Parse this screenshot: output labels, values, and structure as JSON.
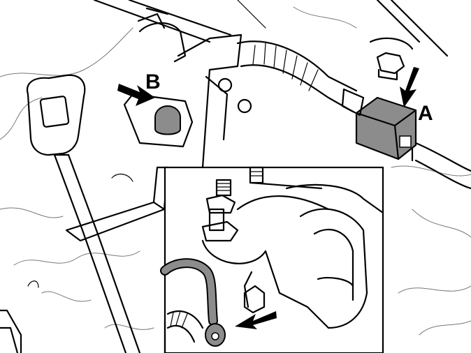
{
  "callouts": [
    {
      "id": "A",
      "label": "A"
    },
    {
      "id": "B",
      "label": "B"
    }
  ],
  "colors": {
    "connector_fill": "#8c8c8c",
    "bolt_fill": "#8c8c8c",
    "cable_fill": "#8c8c8c",
    "line": "#000000",
    "background": "#ffffff"
  },
  "icons": [
    "arrow-icon"
  ]
}
